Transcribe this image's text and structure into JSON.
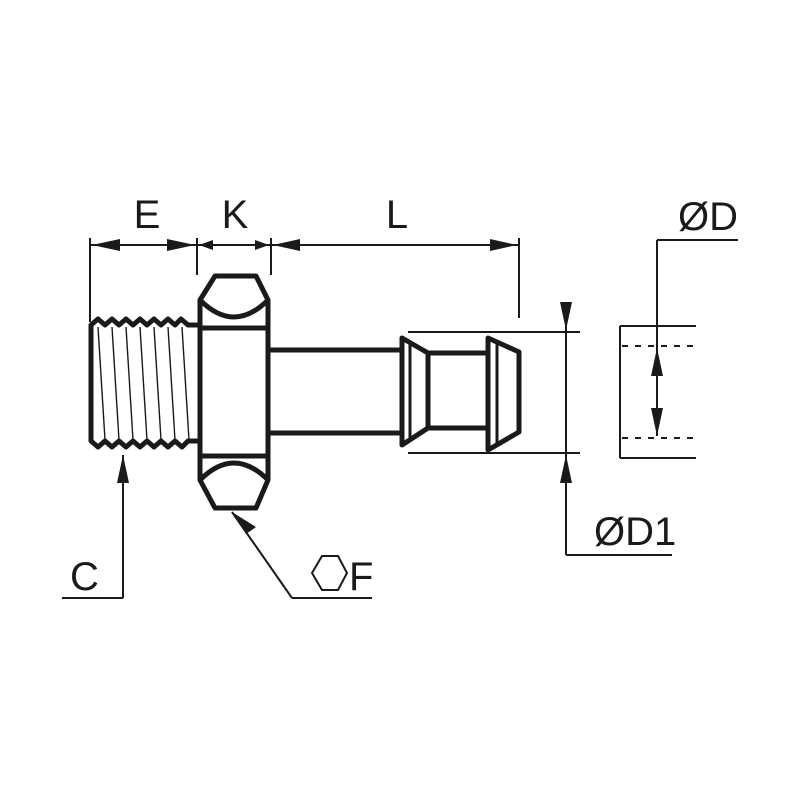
{
  "labels": {
    "e": "E",
    "k": "K",
    "l": "L",
    "od": "ØD",
    "od1": "ØD1",
    "c": "C",
    "f": "F"
  },
  "icons": {
    "hexagon": "hexagon-icon"
  }
}
